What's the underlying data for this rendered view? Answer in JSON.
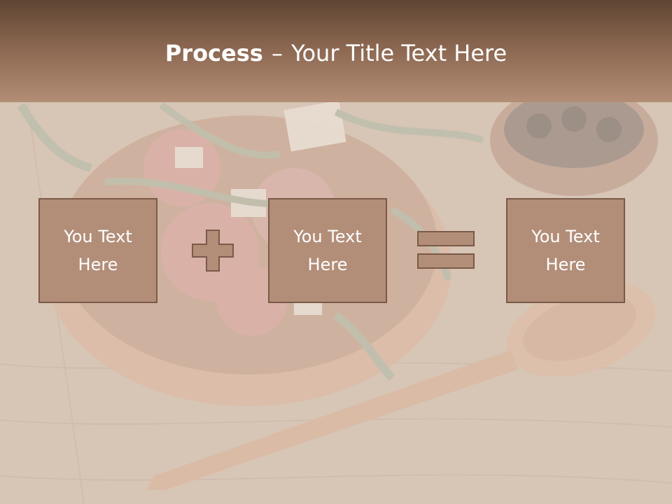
{
  "slide": {
    "title_bold": "Process",
    "title_dash": "–",
    "title_rest": "Your Title Text Here"
  },
  "process": {
    "boxes": [
      {
        "text": "You Text\nHere"
      },
      {
        "text": "You Text\nHere"
      },
      {
        "text": "You Text\nHere"
      }
    ],
    "operators": [
      "plus-icon",
      "equals-icon"
    ]
  },
  "colors": {
    "title_bar_top": "#5e4532",
    "title_bar_bottom": "#b38d75",
    "box_fill": "#b28e79",
    "box_border": "#7a5a47",
    "text": "#ffffff"
  },
  "background": {
    "image": "salad-bowl-photo",
    "description_icons": [
      "wooden-bowl",
      "wooden-spoon",
      "olive-bowl"
    ]
  }
}
